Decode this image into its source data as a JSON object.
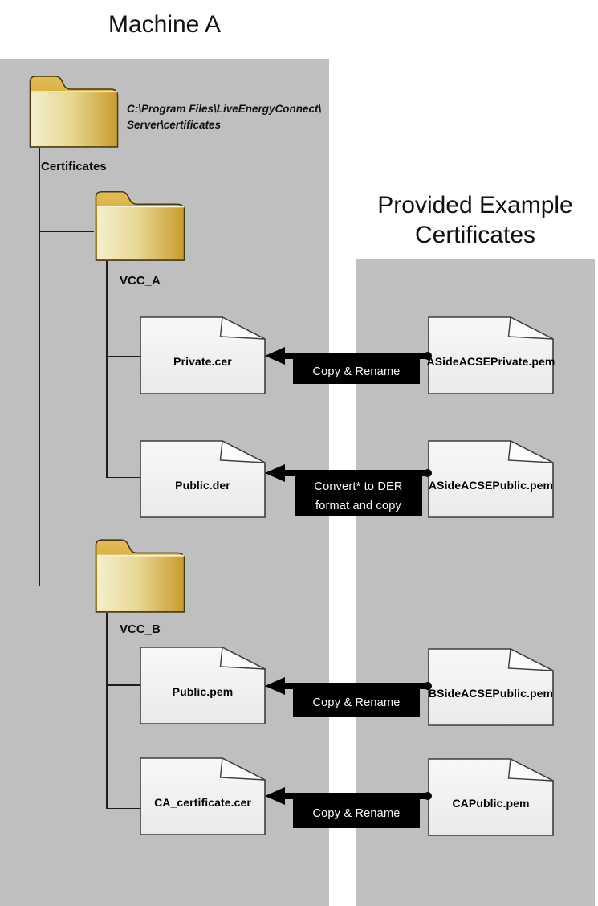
{
  "machine_panel": {
    "title": "Machine A",
    "root_folder_label": "Certificates",
    "root_folder_path_line1": "C:\\Program Files\\LiveEnergyConnect\\",
    "root_folder_path_line2": "Server\\certificates",
    "subfolder_a_label": "VCC_A",
    "subfolder_b_label": "VCC_B",
    "files": {
      "private": "Private.cer",
      "public_der": "Public.der",
      "public_pem": "Public.pem",
      "ca_cert": "CA_certificate.cer"
    }
  },
  "provided_panel": {
    "title_line1": "Provided Example",
    "title_line2": "Certificates",
    "files": {
      "aside_private": "ASideACSEPrivate.pem",
      "aside_public": "ASideACSEPublic.pem",
      "bside_public": "BSideACSEPublic.pem",
      "ca_public": "CAPublic.pem"
    }
  },
  "arrows": [
    {
      "label": "Copy & Rename"
    },
    {
      "label": "Convert* to DER\nformat and copy"
    },
    {
      "label": "Copy & Rename"
    },
    {
      "label": "Copy & Rename"
    }
  ],
  "colors": {
    "panel_gray": "#bfbfbf",
    "folder_gold_dark": "#c1992c",
    "folder_gold_light": "#f3eecd",
    "file_fill": "#f2f2f2",
    "file_border": "#3d3d3d",
    "arrow_black": "#000000",
    "arrow_label_text": "#fafafa"
  }
}
